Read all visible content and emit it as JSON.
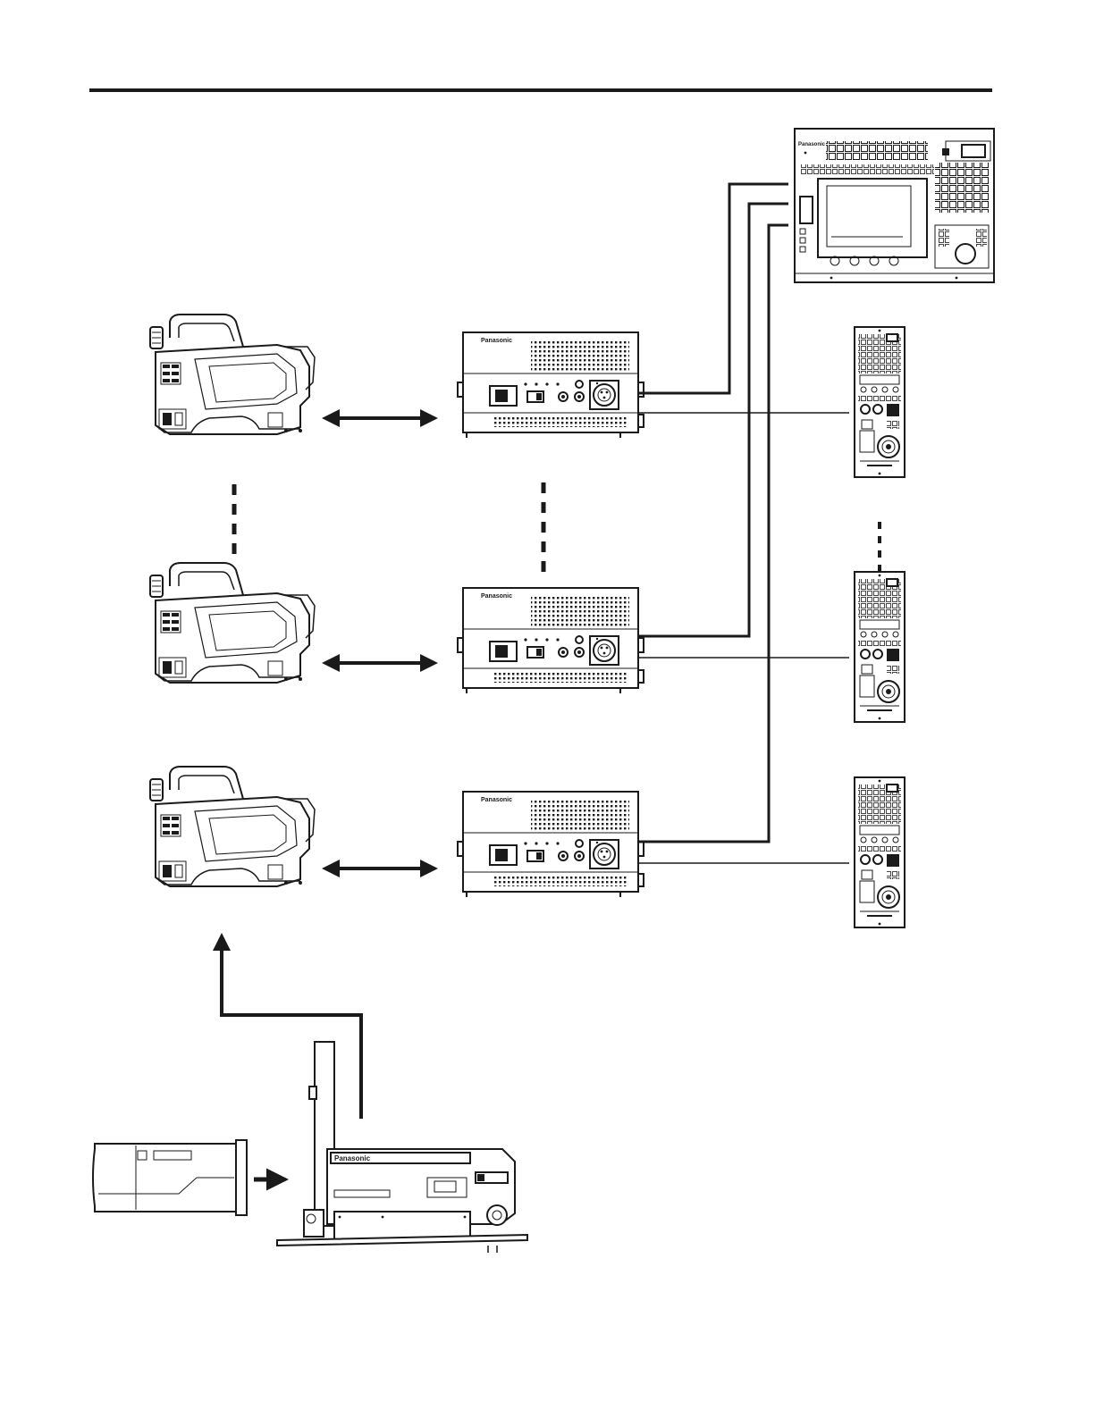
{
  "brand_label": "Panasonic",
  "colors": {
    "ink": "#1a1a1a",
    "paper": "#ffffff"
  },
  "header_rule": {
    "present": true
  },
  "control_panel": {
    "brand_label": "Panasonic"
  },
  "camera_adaptors": [
    {
      "brand_label": "Panasonic"
    },
    {
      "brand_label": "Panasonic"
    },
    {
      "brand_label": "Panasonic"
    }
  ],
  "remote_panels": 3,
  "camera_heads": 3,
  "field_adaptor": {
    "brand_label": "Panasonic"
  }
}
